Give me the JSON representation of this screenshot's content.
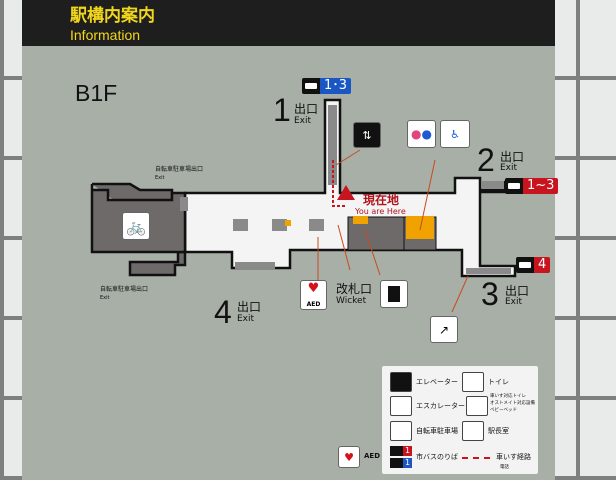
{
  "header": {
    "title_ja": "駅構内案内",
    "title_en": "Information"
  },
  "floor": "B1F",
  "exits": [
    {
      "number": "1",
      "ja": "出口",
      "en": "Exit",
      "bus": "1･3",
      "bus_color": "#1a57c2"
    },
    {
      "number": "2",
      "ja": "出口",
      "en": "Exit",
      "bus": "1~3",
      "bus_color": "#c8141e"
    },
    {
      "number": "3",
      "ja": "出口",
      "en": "Exit",
      "bus": "4",
      "bus_color": "#c8141e"
    },
    {
      "number": "4",
      "ja": "出口",
      "en": "Exit"
    }
  ],
  "bike_exit": {
    "ja": "自転車駐車場出口",
    "en": "Exit"
  },
  "current_location": {
    "ja": "現在地",
    "en": "You are Here"
  },
  "wicket": {
    "ja": "改札口",
    "en": "Wicket"
  },
  "aed": "AED",
  "legend": {
    "elevator": "エレベーター",
    "toilet": "トイレ",
    "escalator": "エスカレーター",
    "accessible_lines": [
      "車いす対応トイレ",
      "オストメイト対応設備",
      "ベビーベッド"
    ],
    "bike_parking": "自転車駐車場",
    "station_office": "駅長室",
    "city_bus": "市バスのりば",
    "bus_num_red": "1",
    "bus_num_blue": "1",
    "wheelchair_route": "車いす経路",
    "aed": "AED",
    "phone": "電話"
  },
  "colors": {
    "sign": "#a8afa7",
    "header": "#1e1e1e",
    "title": "#f2d61c",
    "accent_red": "#c8141e",
    "shop": "#f0a200"
  }
}
